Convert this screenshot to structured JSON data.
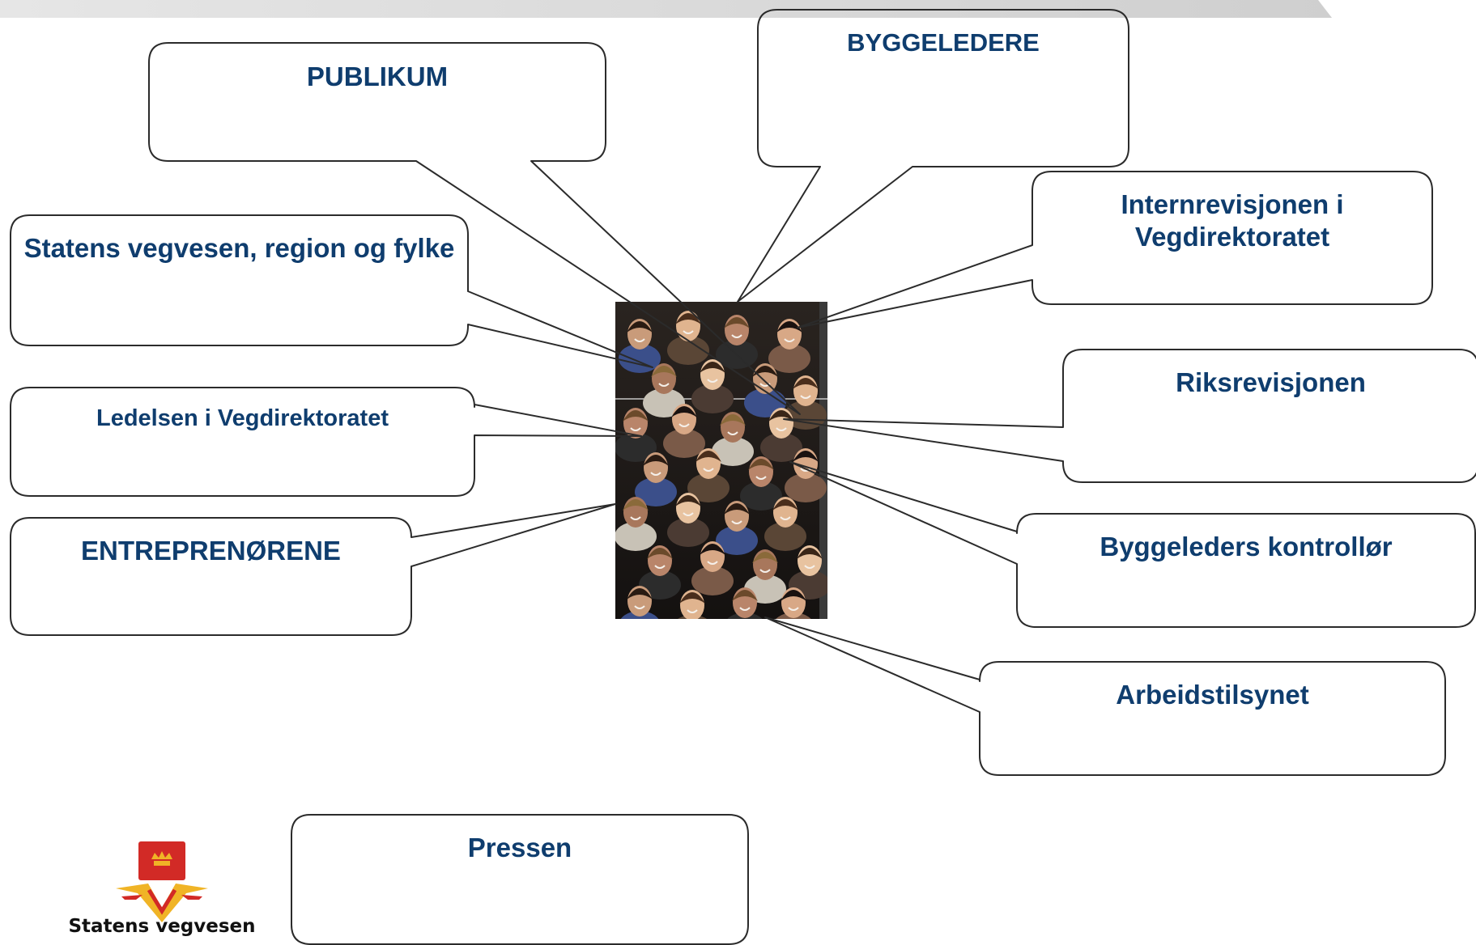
{
  "colors": {
    "label_text": "#0f3d6e",
    "box_border": "#2b2b2b",
    "top_band": "#d4d4d4",
    "logo_red": "#d22a26",
    "logo_gold": "#f0b426"
  },
  "callouts": [
    {
      "id": "byggeledere",
      "label": "BYGGELEDERE"
    },
    {
      "id": "publikum",
      "label": "PUBLIKUM"
    },
    {
      "id": "internrevisjonen",
      "label": "Internrevisjonen i Vegdirektoratet"
    },
    {
      "id": "statens-region",
      "label": "Statens vegvesen, region og fylke"
    },
    {
      "id": "riksrevisjonen",
      "label": "Riksrevisjonen"
    },
    {
      "id": "ledelsen",
      "label": "Ledelsen i Vegdirektoratet"
    },
    {
      "id": "byggeleders-kontrollor",
      "label": "Byggeleders kontrollør"
    },
    {
      "id": "entreprenorene",
      "label": "ENTREPRENØRENE"
    },
    {
      "id": "arbeidstilsynet",
      "label": "Arbeidstilsynet"
    },
    {
      "id": "pressen",
      "label": "Pressen"
    }
  ],
  "center_image": {
    "alt": "crowd-photo"
  },
  "logo": {
    "text": "Statens vegvesen",
    "icon": "statens-vegvesen-emblem-icon"
  }
}
